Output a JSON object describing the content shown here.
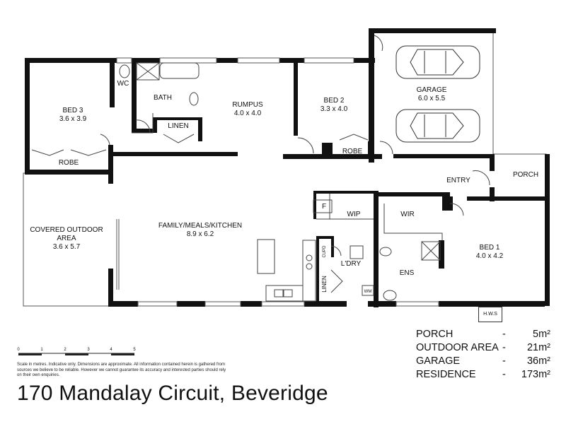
{
  "rooms": {
    "bed3": {
      "name": "BED 3",
      "dim": "3.6 x 3.9"
    },
    "wc": {
      "name": "WC"
    },
    "bath": {
      "name": "BATH"
    },
    "linen_top": {
      "name": "LINEN"
    },
    "rumpus": {
      "name": "RUMPUS",
      "dim": "4.0 x 4.0"
    },
    "bed2": {
      "name": "BED 2",
      "dim": "3.3 x 4.0"
    },
    "robe2": {
      "name": "ROBE"
    },
    "robe3": {
      "name": "ROBE"
    },
    "garage": {
      "name": "GARAGE",
      "dim": "6.0 x 5.5"
    },
    "porch": {
      "name": "PORCH"
    },
    "entry": {
      "name": "ENTRY"
    },
    "covered": {
      "name": "COVERED OUTDOOR",
      "name2": "AREA",
      "dim": "3.6 x 5.7"
    },
    "family": {
      "name": "FAMILY/MEALS/KITCHEN",
      "dim": "8.9 x 6.2"
    },
    "fridge": {
      "name": "F"
    },
    "wip": {
      "name": "WIP"
    },
    "wir": {
      "name": "WIR"
    },
    "bed1": {
      "name": "BED 1",
      "dim": "4.0 x 4.2"
    },
    "ldry": {
      "name": "L'DRY"
    },
    "cupd": {
      "name": "CUPD"
    },
    "linen_low": {
      "name": "LINEN"
    },
    "wm": {
      "name": "WM"
    },
    "ens": {
      "name": "ENS"
    },
    "hws": {
      "name": "H.W.S"
    }
  },
  "areas": [
    {
      "label": "PORCH",
      "value": "5m²"
    },
    {
      "label": "OUTDOOR AREA",
      "value": "21m²"
    },
    {
      "label": "GARAGE",
      "value": "36m²"
    },
    {
      "label": "RESIDENCE",
      "value": "173m²"
    }
  ],
  "area_dash": "-",
  "scale_ticks": [
    "0",
    "1",
    "2",
    "3",
    "4",
    "5"
  ],
  "scale_note": "Scale in metres. Indicative only. Dimensions are approximate. All information contained herein is gathered from sources we believe to be reliable. However we cannot guarantee its accuracy and interested parties should rely on their own enquiries.",
  "address": "170 Mandalay Circuit, Beveridge"
}
